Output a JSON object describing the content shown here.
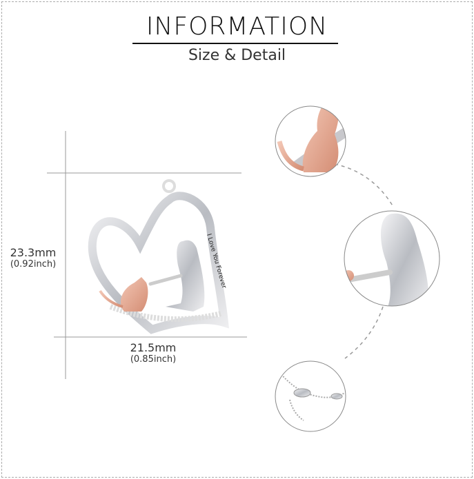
{
  "header": {
    "title": "INFORMATION",
    "subtitle": "Size & Detail"
  },
  "dimensions": {
    "height": {
      "mm": "23.3mm",
      "inch": "(0.92inch)"
    },
    "width": {
      "mm": "21.5mm",
      "inch": "(0.85inch)"
    }
  },
  "product": {
    "engraving": "I Love You Forever"
  },
  "colors": {
    "silver": "#c9cbd0",
    "rose_gold": "#e3a48d",
    "line": "#999999"
  }
}
